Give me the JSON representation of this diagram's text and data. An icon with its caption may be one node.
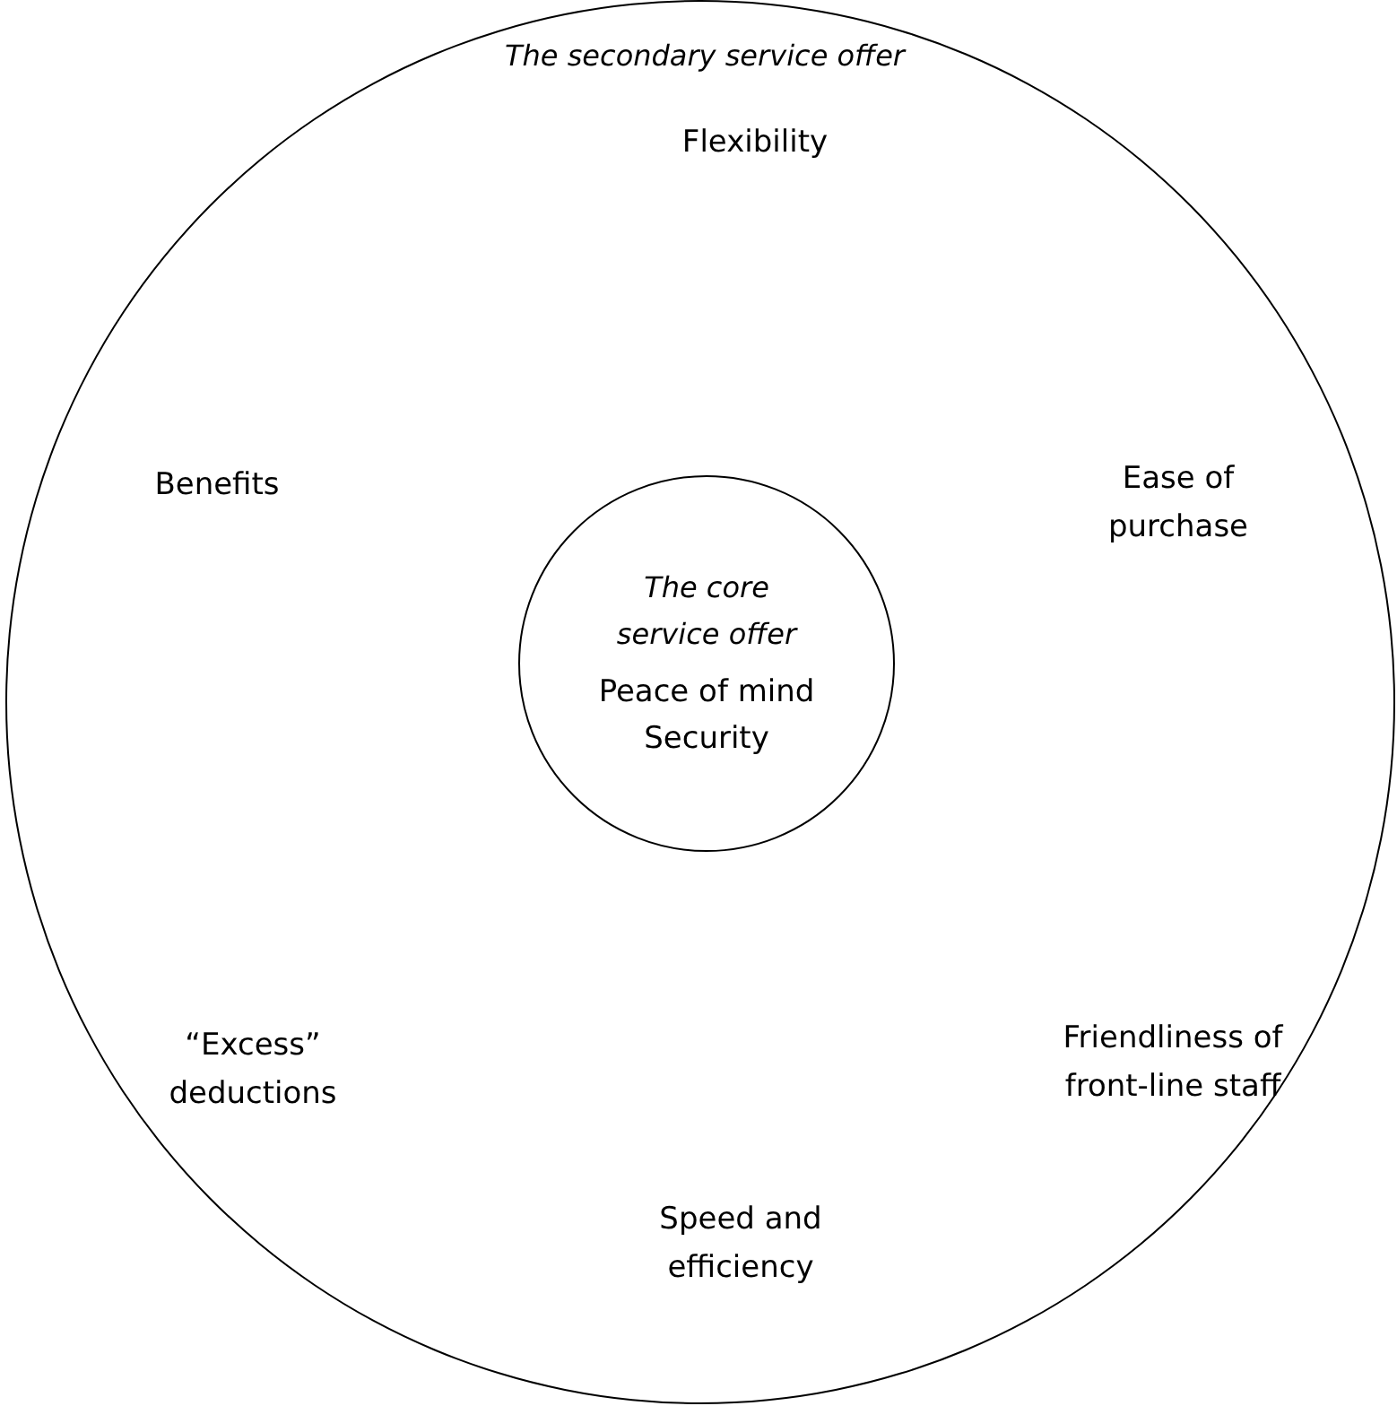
{
  "diagram": {
    "nodes": [
      {
        "text": [
          "The secondary service offer"
        ]
      },
      {
        "text": [
          "The core service offer",
          "Peace of mind Security"
        ],
        "in": 0
      }
    ],
    "labels": [
      "Flexibility",
      "Benefits",
      "Ease of purchase",
      "Friendliness of front-line staff",
      "“Excess” deductions",
      "Speed and efficiency"
    ]
  }
}
